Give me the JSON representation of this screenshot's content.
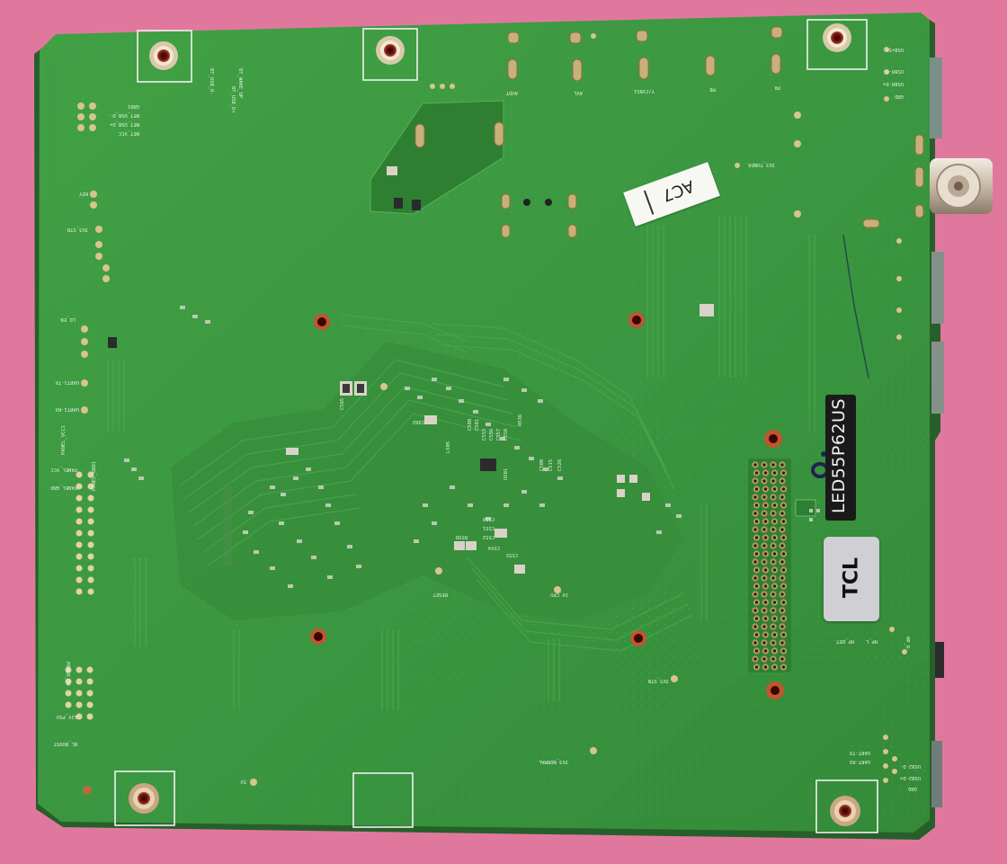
{
  "board_labels": {
    "model": "LED55P62US",
    "brand": "TCL",
    "sticker": "AC7",
    "handwritten_mark": "o.k"
  },
  "silkscreen": {
    "left_col": [
      "GND1",
      "NET_USB_D-",
      "NET_USB_D+",
      "NET_VCC",
      "KEY",
      "3V3_STB",
      "LD_EN",
      "UART1-TX",
      "UART1-RX",
      "PANEL_VCC1",
      "PANEL_VCC",
      "PANEL_GND1",
      "PANEL_GND",
      "POWER_ON",
      "12V_PSU",
      "BL_BOOST",
      "RESET",
      "1V_CPU",
      "3V3_NORMAL",
      "3V3_STB",
      "5V"
    ],
    "top_row": [
      "BT_USB_D-",
      "BT_USB_D+",
      "BT_WAKE_UP",
      "AUDT",
      "AVL",
      "Y/CVBS1",
      "PB",
      "PR",
      "USB+5V",
      "USB0-D-",
      "USB0-D+",
      "GND"
    ],
    "right_col": [
      "3V3_TUNER",
      "HP_DET",
      "HP_L",
      "HP_R",
      "UART-TX",
      "UART-RX",
      "USB2-D-",
      "USB2-D+",
      "GND"
    ],
    "center": [
      "C902",
      "C565",
      "C580",
      "C581",
      "R536",
      "C553",
      "C556",
      "C557",
      "C558",
      "L505",
      "C508",
      "C515",
      "C526",
      "C550",
      "C551",
      "C552",
      "C554",
      "C555",
      "U501",
      "R550"
    ]
  },
  "colors": {
    "background": "#e0789e",
    "board": "#3f9a3f",
    "board_dark": "#2f7f33",
    "silkscreen": "#dfeee0",
    "copper": "#caa86a"
  }
}
